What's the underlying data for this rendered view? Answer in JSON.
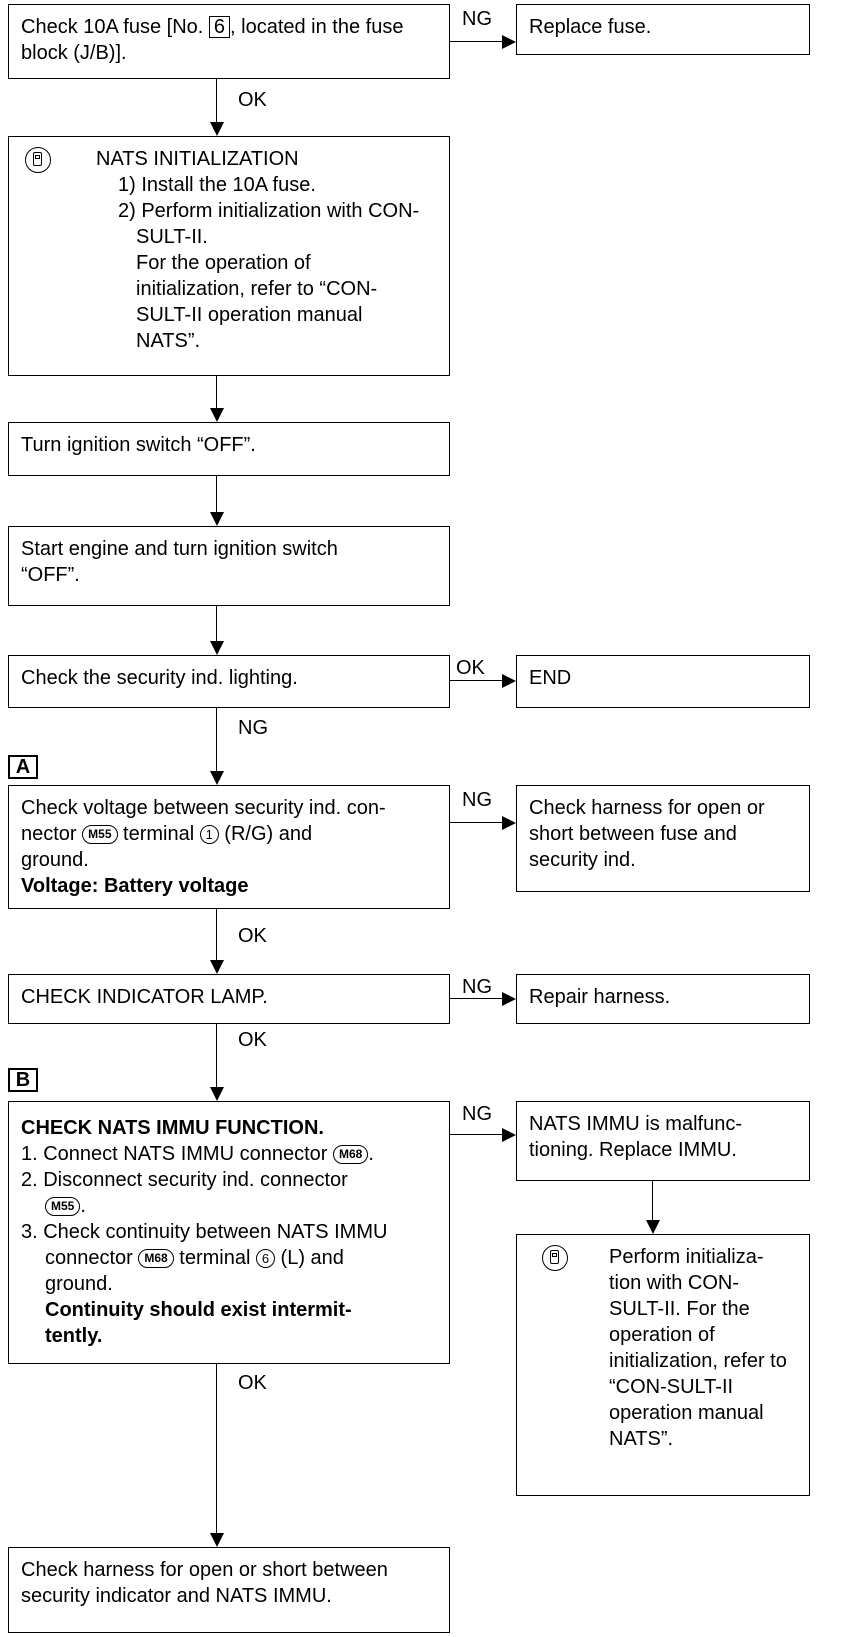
{
  "step1": {
    "text_a": "Check 10A fuse [No. ",
    "fuse_no": "6",
    "text_b": ", located in the fuse block (J/B)]."
  },
  "replace_fuse": "Replace fuse.",
  "init1": {
    "title": "NATS INITIALIZATION",
    "item1": "1) Install the 10A fuse.",
    "item2": "2) Perform initialization with CON-",
    "item2b": "SULT-II.",
    "note1": "For the operation of",
    "note2": "initialization, refer to “CON-",
    "note3": "SULT-II operation manual",
    "note4": "NATS”."
  },
  "step_ign_off": "Turn ignition switch “OFF”.",
  "step_start": "Start engine and turn ignition switch “OFF”.",
  "step_check_ind": "Check the security ind. lighting.",
  "end": "END",
  "marker_a": "A",
  "marker_b": "B",
  "step_voltage": {
    "t1": "Check voltage between security ind. con-",
    "t2a": "nector ",
    "conn": "M55",
    "t2b": " terminal ",
    "pin": "1",
    "t2c": " (R/G) and",
    "t3": "ground.",
    "spec": "Voltage: Battery voltage"
  },
  "harness_fuse": "Check harness for open or short between fuse and security ind.",
  "step_lamp": "CHECK INDICATOR LAMP.",
  "repair": "Repair harness.",
  "step_immu": {
    "title": "CHECK NATS IMMU FUNCTION.",
    "s1a": "1. Connect NATS IMMU connector ",
    "s1conn": "M68",
    "s1b": ".",
    "s2a": "2. Disconnect security ind. connector",
    "s2conn": "M55",
    "s2b": ".",
    "s3a": "3. Check continuity between NATS IMMU",
    "s3b": "connector ",
    "s3conn": "M68",
    "s3c": " terminal ",
    "s3pin": "6",
    "s3d": " (L) and",
    "s3e": "ground.",
    "spec": "Continuity should exist intermit-tently."
  },
  "immu_bad": "NATS IMMU is malfunc-tioning. Replace IMMU.",
  "init2": "Perform initializa-tion with CON-SULT-II. For the operation of initialization, refer to “CON-SULT-II operation manual NATS”.",
  "final": "Check harness for open or short between security indicator and NATS IMMU.",
  "labels": {
    "ok": "OK",
    "ng": "NG"
  }
}
